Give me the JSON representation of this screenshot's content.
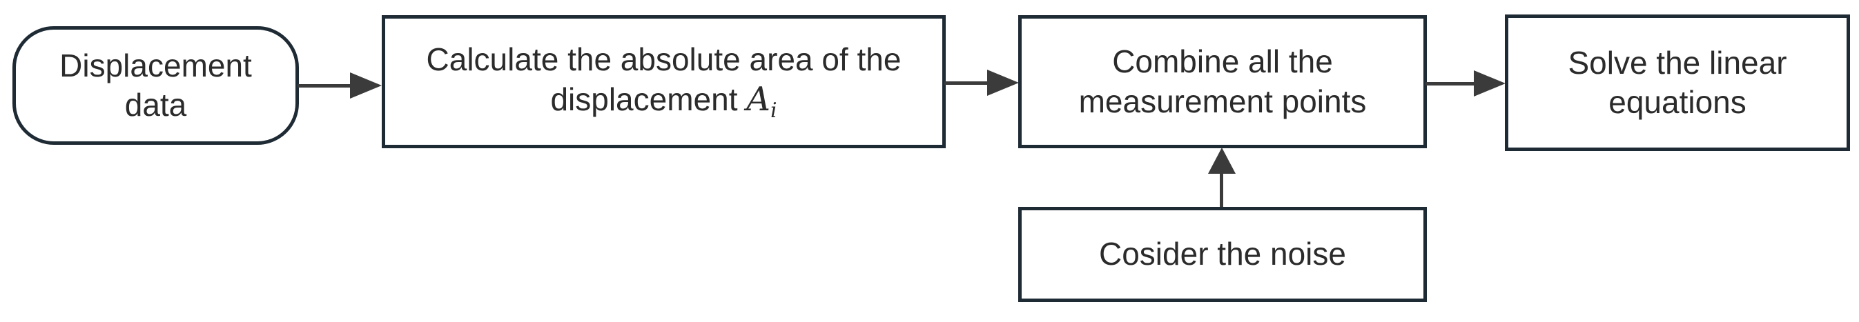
{
  "diagram": {
    "background_color": "#ffffff",
    "box_border_color": "#1e2a34",
    "text_color": "#2b2b2b",
    "arrow_color": "#3b3b3b",
    "nodes": [
      {
        "id": "displacement-data",
        "shape": "stadium",
        "label": "Displacement data"
      },
      {
        "id": "calculate-area",
        "shape": "rect",
        "label": "Calculate the absolute area of the displacement",
        "math_var": "A",
        "math_sub": "i"
      },
      {
        "id": "combine-points",
        "shape": "rect",
        "label": "Combine all the measurement points"
      },
      {
        "id": "solve-equations",
        "shape": "rect",
        "label": "Solve the linear equations"
      },
      {
        "id": "consider-noise",
        "shape": "rect",
        "label": "Cosider the noise"
      }
    ],
    "edges": [
      {
        "from": "displacement-data",
        "to": "calculate-area",
        "direction": "right"
      },
      {
        "from": "calculate-area",
        "to": "combine-points",
        "direction": "right"
      },
      {
        "from": "combine-points",
        "to": "solve-equations",
        "direction": "right"
      },
      {
        "from": "consider-noise",
        "to": "combine-points",
        "direction": "up"
      }
    ]
  }
}
